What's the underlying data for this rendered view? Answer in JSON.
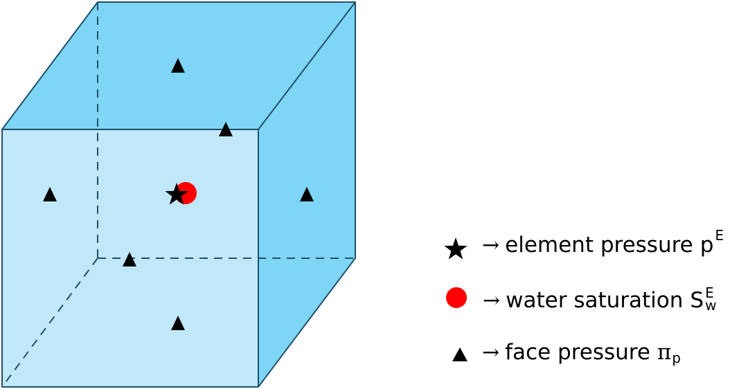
{
  "colors": {
    "front_face": "#c0e8f8",
    "back_faces": "#7fd5f5",
    "edge": "#1f4f6a",
    "marker": "#000000",
    "saturation_marker": "#ff0000"
  },
  "markers": {
    "element_pressure": "star",
    "water_saturation": "circle",
    "face_pressure": "triangle"
  },
  "legend": {
    "arrow": "→",
    "element_pressure": {
      "text": "element pressure",
      "symbol": "p",
      "superscript": "E"
    },
    "water_saturation": {
      "text": "water saturation",
      "symbol": "S",
      "superscript": "E",
      "subscript": "w"
    },
    "face_pressure": {
      "text": "face pressure",
      "symbol": "π",
      "subscript": "p"
    }
  }
}
